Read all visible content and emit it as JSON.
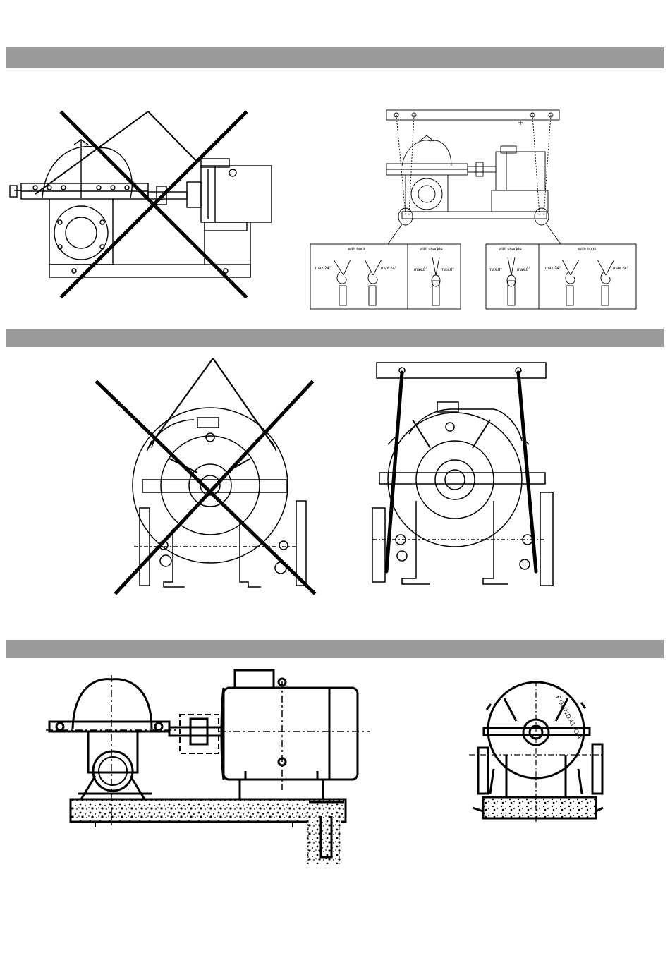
{
  "lifting_details": {
    "with_hook": "with hook",
    "with_shackle": "with shackle",
    "angle_hook": "max.24°",
    "angle_shackle": "max.8°"
  },
  "foundation_view": {
    "stamp": "FOUNDATION"
  }
}
